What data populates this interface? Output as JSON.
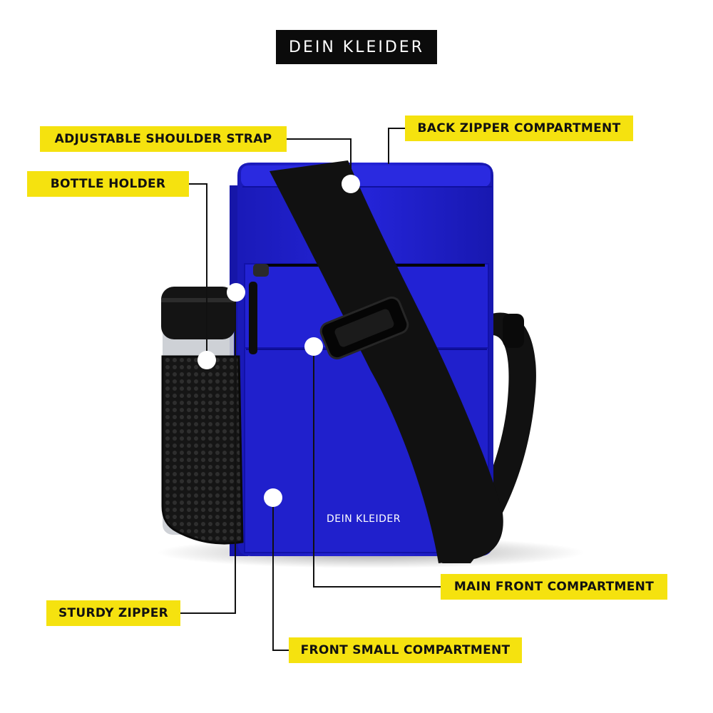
{
  "brand": {
    "name": "DEIN KLEIDER"
  },
  "bag": {
    "logo_text": "DEIN KLEIDER"
  },
  "labels": {
    "shoulder_strap": "ADJUSTABLE SHOULDER STRAP",
    "back_zipper": "BACK ZIPPER COMPARTMENT",
    "bottle_holder": "BOTTLE HOLDER",
    "main_front": "MAIN FRONT COMPARTMENT",
    "sturdy_zipper": "STURDY ZIPPER",
    "front_small": "FRONT SMALL COMPARTMENT"
  },
  "colors": {
    "label_bg": "#f5e20f",
    "bag_blue": "#2020d0",
    "strap_black": "#0f0f0f",
    "brand_bg": "#0b0b0b"
  }
}
